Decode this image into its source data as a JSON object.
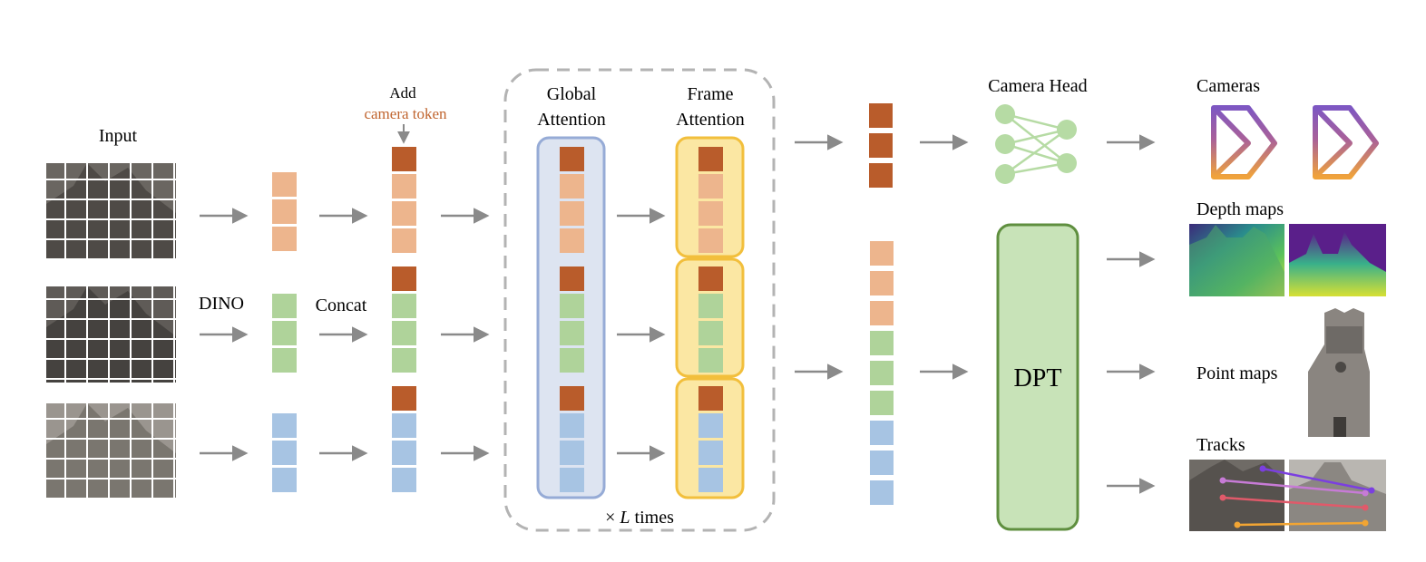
{
  "labels": {
    "input": "Input",
    "dino": "DINO",
    "concat": "Concat",
    "add": "Add",
    "camera_token": "camera token",
    "global_attention_line1": "Global",
    "global_attention_line2": "Attention",
    "frame_attention_line1": "Frame",
    "frame_attention_line2": "Attention",
    "times_prefix": "×",
    "times_var": "L",
    "times_suffix": "times",
    "camera_head": "Camera Head",
    "dpt": "DPT",
    "cameras": "Cameras",
    "depth_maps": "Depth maps",
    "point_maps": "Point maps",
    "tracks": "Tracks"
  },
  "colors": {
    "camera_token": "#b95c2b",
    "frame1_token": "#edb58d",
    "frame2_token": "#afd39a",
    "frame3_token": "#a7c4e3",
    "global_fill": "#dde4f1",
    "global_stroke": "#96abd6",
    "frame_fill": "#fbe7a3",
    "frame_stroke": "#f2bf3c",
    "head_green": "#b6dba4",
    "dpt_fill": "#c8e3b8",
    "dpt_stroke": "#5f8f3f",
    "arrow": "#8a8a8a",
    "camera_purple": "#7e57c2",
    "camera_orange": "#f0a33b",
    "camera_token_text": "#c0642e"
  }
}
